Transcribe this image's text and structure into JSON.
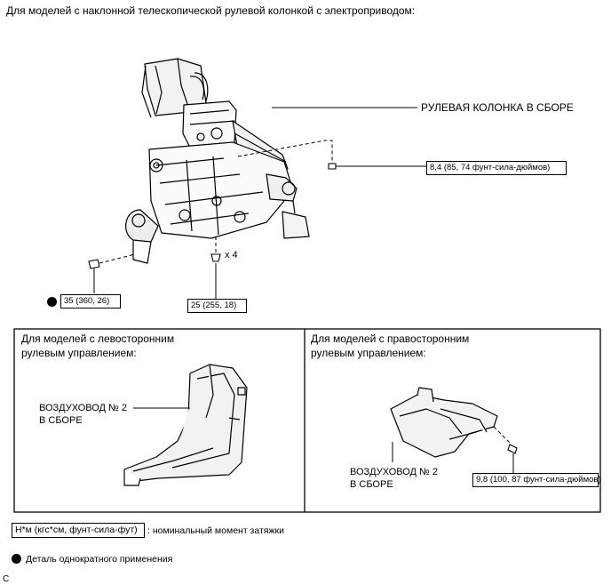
{
  "header": {
    "title": "Для моделей с наклонной телескопической рулевой колонкой с электроприводом:"
  },
  "main_diagram": {
    "assembly_label": "РУЛЕВАЯ КОЛОНКА В СБОРЕ",
    "torque_right": "8,4 (85, 74 фунт-сила-дюймов)",
    "torque_left": "35 (360, 26)",
    "torque_center": "25 (255, 18)",
    "qty": "x 4"
  },
  "panel_lhd": {
    "title_line1": "Для моделей с левосторонним",
    "title_line2": "рулевым управлением:",
    "part_line1": "ВОЗДУХОВОД № 2",
    "part_line2": "В СБОРЕ"
  },
  "panel_rhd": {
    "title_line1": "Для моделей с правосторонним",
    "title_line2": "рулевым управлением:",
    "part_line1": "ВОЗДУХОВОД № 2",
    "part_line2": "В СБОРЕ",
    "torque": "9,8 (100, 87 фунт-сила-дюймов)"
  },
  "legend": {
    "torque_unit_box": "Н*м (кгс*см, фунт-сила-фут)",
    "torque_desc": ": номинальный момент затяжки",
    "single_use": "Деталь однократного применения"
  },
  "footer": {
    "code": "C"
  }
}
